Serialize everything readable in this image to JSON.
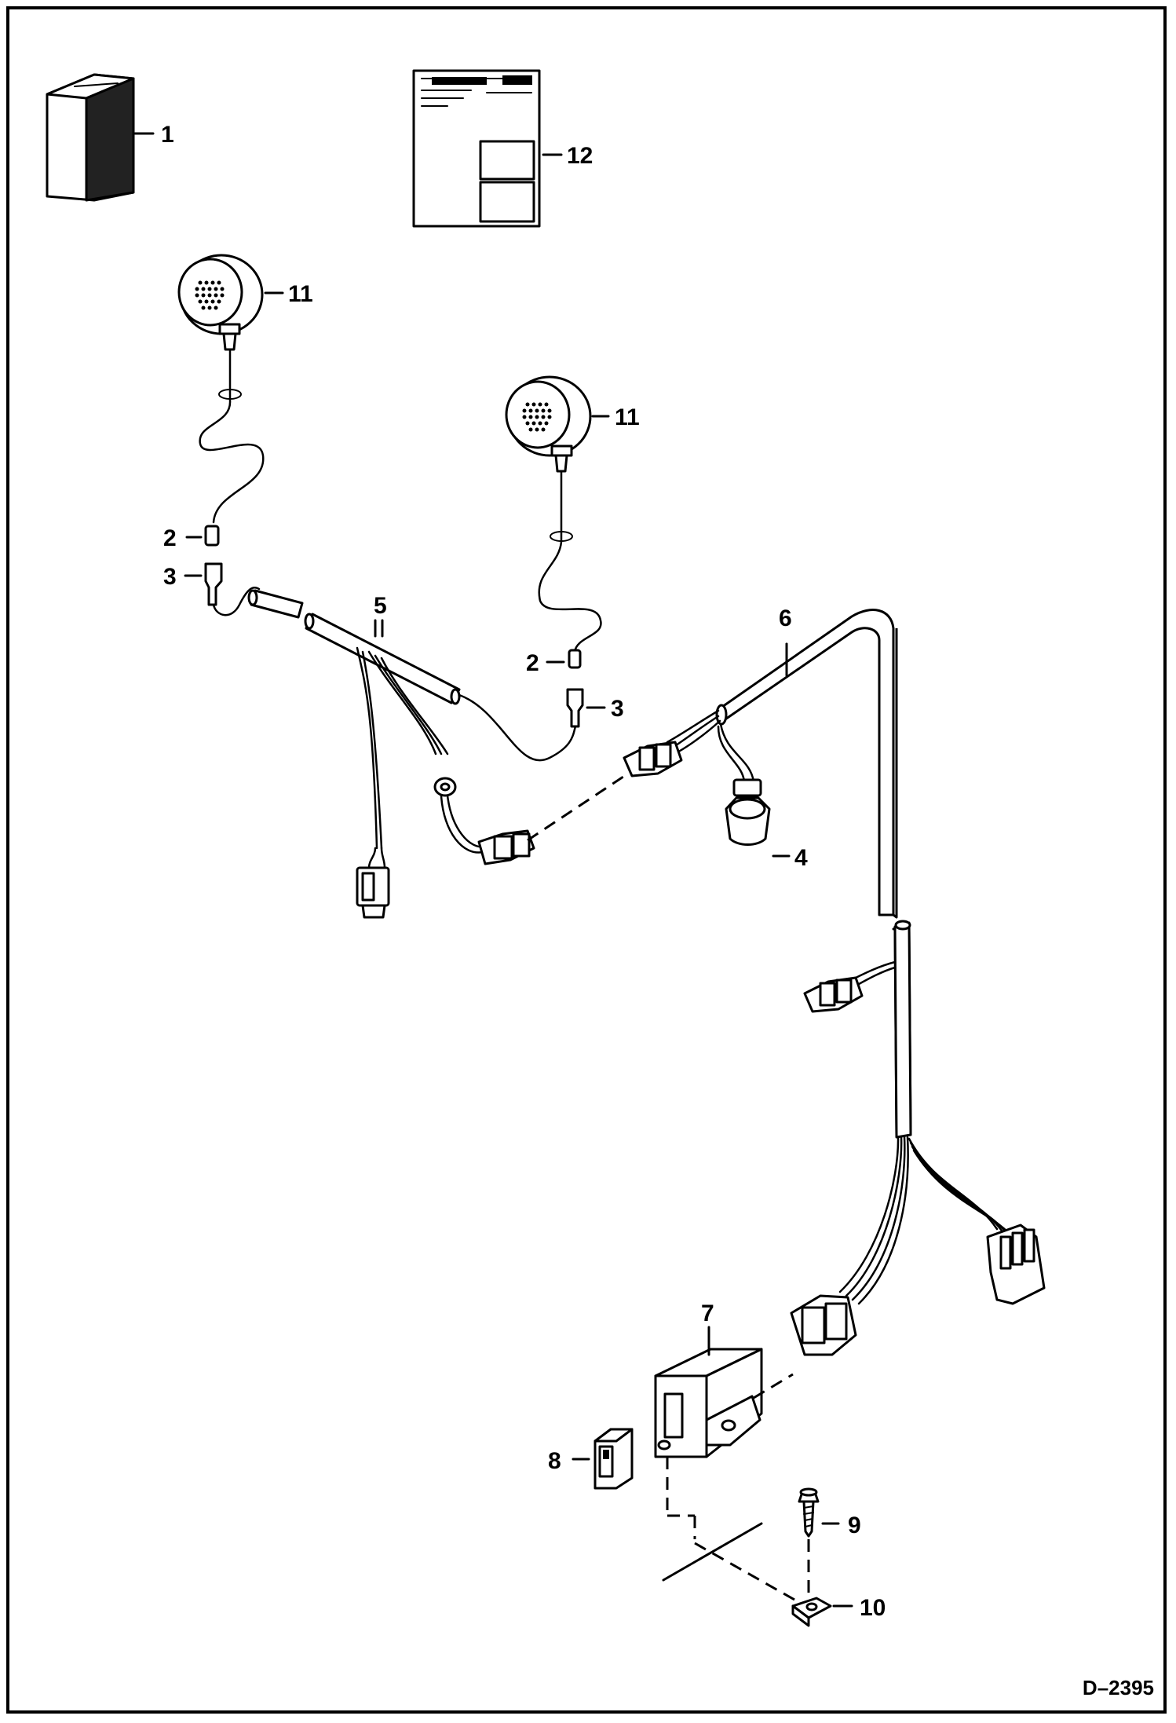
{
  "callouts": {
    "c1": "1",
    "c2a": "2",
    "c2b": "2",
    "c3a": "3",
    "c3b": "3",
    "c4": "4",
    "c5": "5",
    "c6": "6",
    "c7": "7",
    "c8": "8",
    "c9": "9",
    "c10": "10",
    "c11a": "11",
    "c11b": "11",
    "c12": "12"
  },
  "figure_id": "D–2395"
}
